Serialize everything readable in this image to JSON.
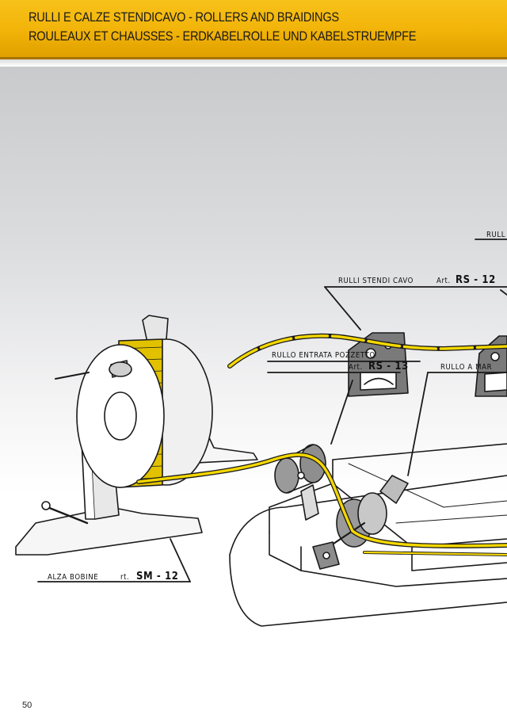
{
  "header": {
    "title_line_1": "RULLI E CALZE STENDICAVO - ROLLERS AND BRAIDINGS",
    "title_line_2": "ROULEAUX ET CHAUSSES - ERDKABELROLLE UND KABELSTRUEMPFE"
  },
  "labels": {
    "rulli_top": "RULL",
    "rs12_name": "RULLI STENDI CAVO",
    "rs12_art": "Art.",
    "rs12_code": "RS - 12",
    "rs13_name": "RULLO ENTRATA POZZETTO",
    "rs13_art": "Art.",
    "rs13_code": "RS - 13",
    "rullo_a": "RULLO A MAR",
    "sm12_name": "ALZA BOBINE",
    "sm12_art": "rt.",
    "sm12_code": "SM - 12"
  },
  "footer": {
    "page_number": "50"
  },
  "colors": {
    "accent": "#f2b308",
    "cable": "#f5d800",
    "outline": "#1a1a1a"
  }
}
